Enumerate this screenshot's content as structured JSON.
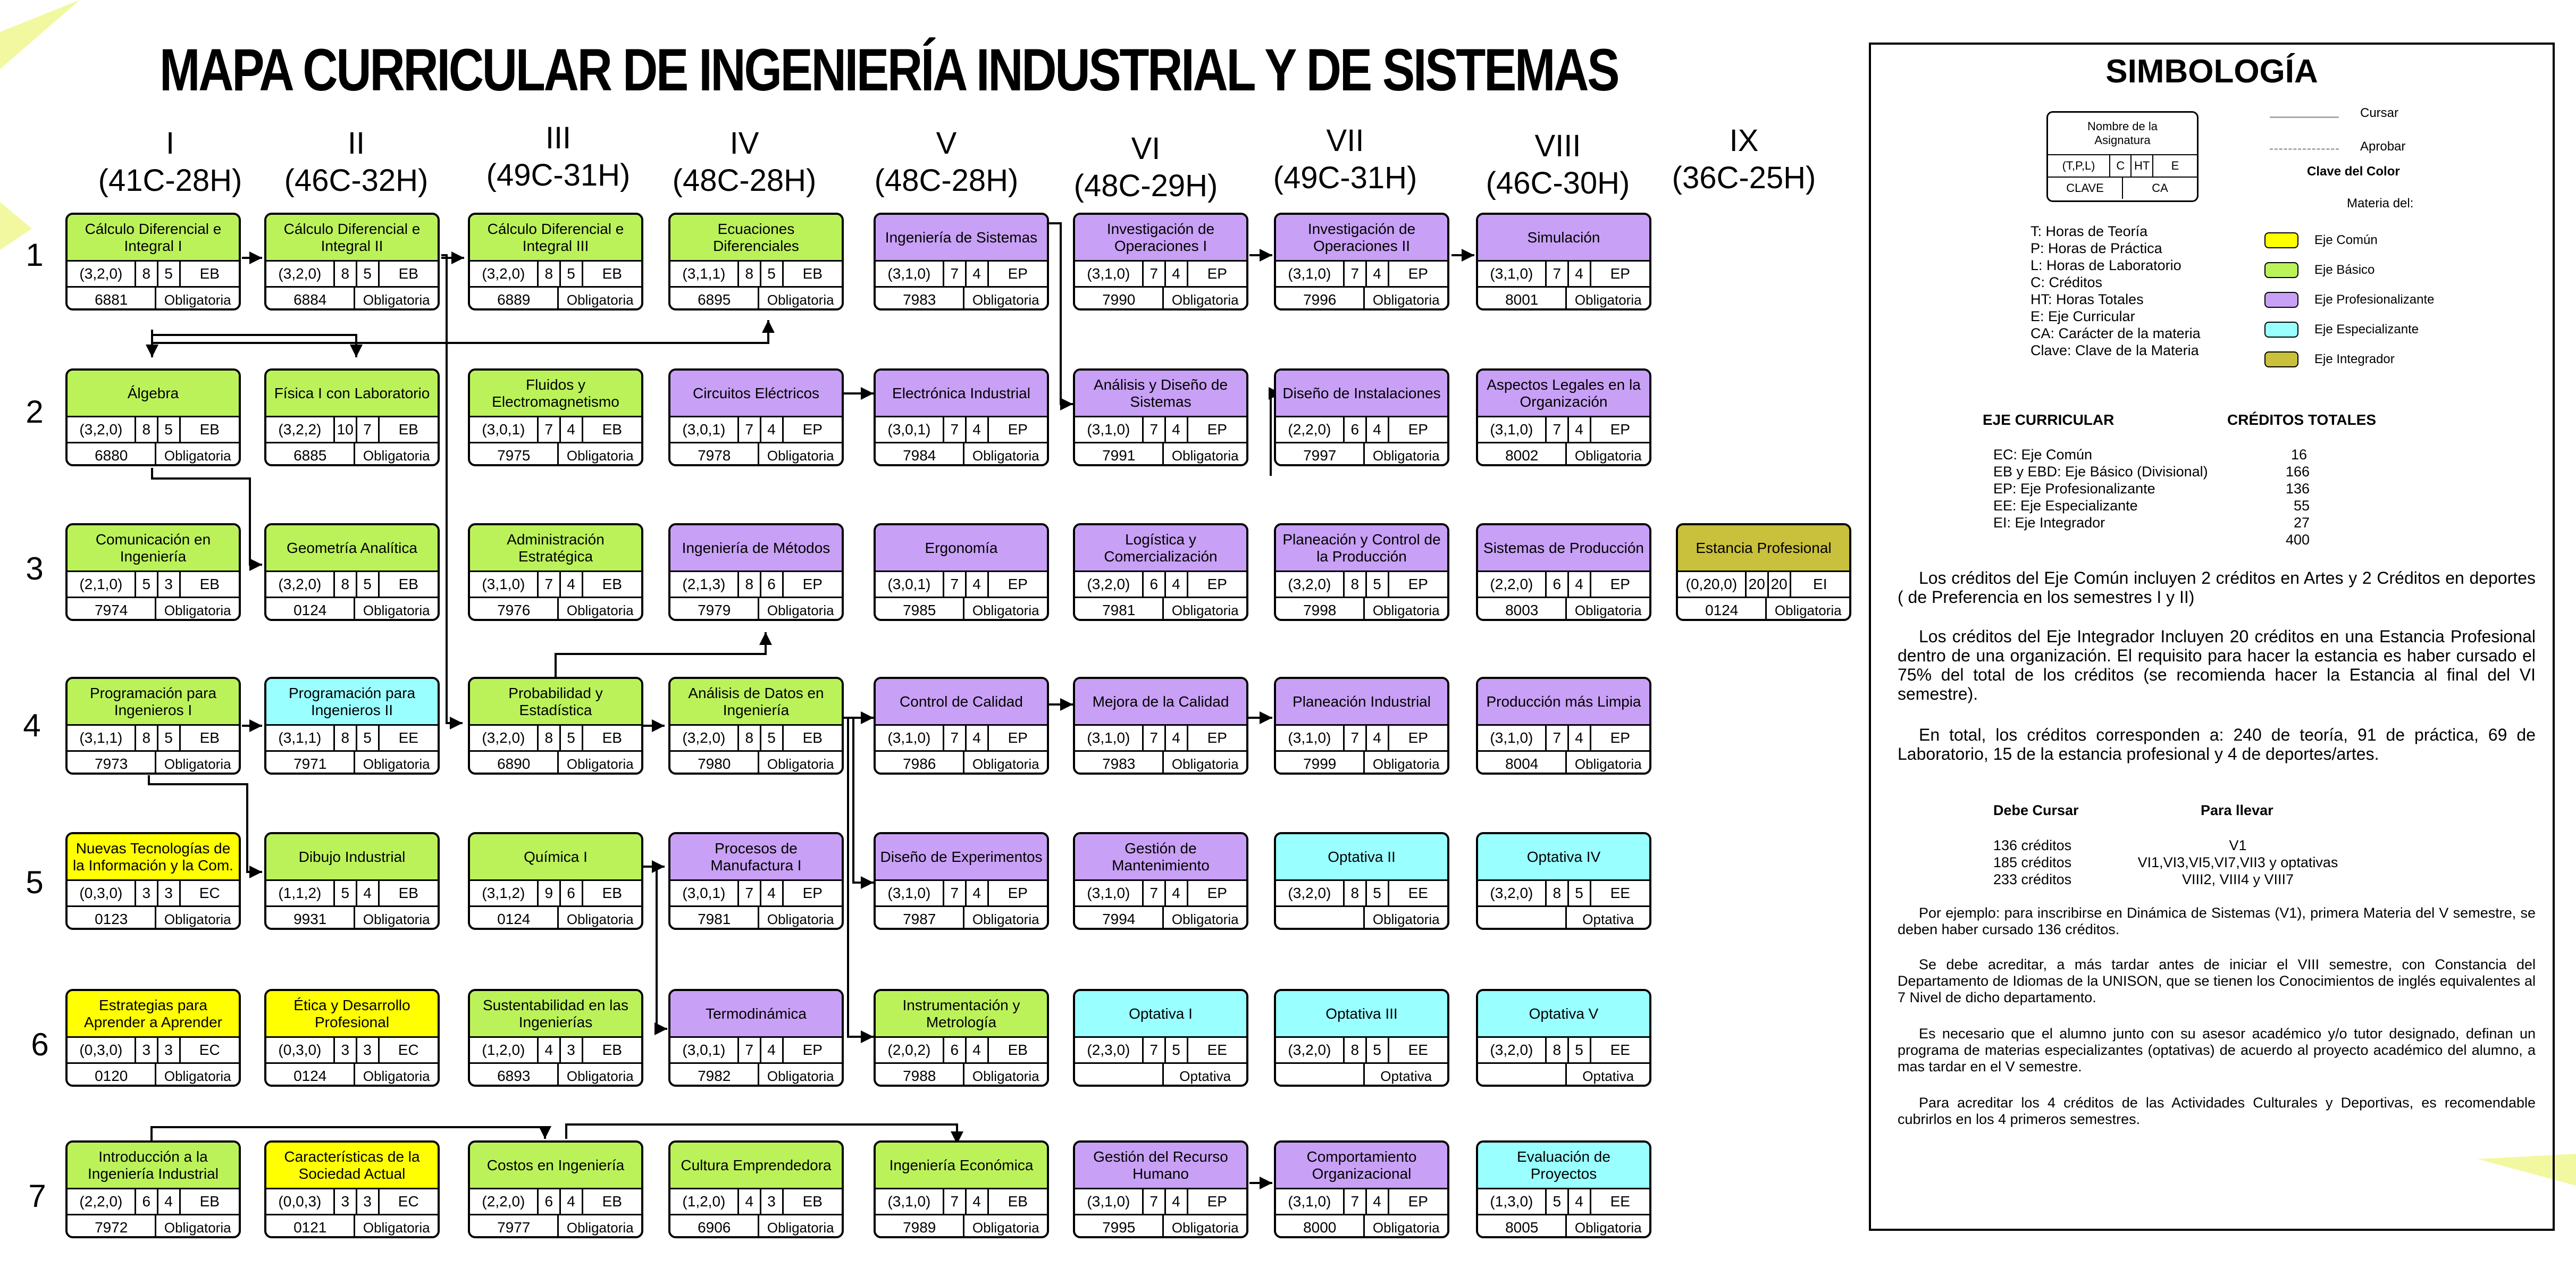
{
  "title": "MAPA CURRICULAR DE INGENIERÍA INDUSTRIAL Y DE SISTEMAS",
  "colors": {
    "EC": "#ffff00",
    "EB": "#bbf25a",
    "EP": "#c8a0f5",
    "EE": "#99ffff",
    "EI": "#c9c03c"
  },
  "semesters": [
    {
      "roman": "I",
      "credits": "(41C-28H)"
    },
    {
      "roman": "II",
      "credits": "(46C-32H)"
    },
    {
      "roman": "III",
      "credits": "(49C-31H)"
    },
    {
      "roman": "IV",
      "credits": "(48C-28H)"
    },
    {
      "roman": "V",
      "credits": "(48C-28H)"
    },
    {
      "roman": "VI",
      "credits": "(48C-29H)"
    },
    {
      "roman": "VII",
      "credits": "(49C-31H)"
    },
    {
      "roman": "VIII",
      "credits": "(46C-30H)"
    },
    {
      "roman": "IX",
      "credits": "(36C-25H)"
    }
  ],
  "rows": [
    "1",
    "2",
    "3",
    "4",
    "5",
    "6",
    "7"
  ],
  "courses": [
    {
      "name": "Cálculo Diferencial e Integral I",
      "tpl": "(3,2,0)",
      "c": "8",
      "ht": "5",
      "eje": "EB",
      "clave": "6881",
      "caracter": "Obligatoria"
    },
    {
      "name": "Cálculo Diferencial e Integral II",
      "tpl": "(3,2,0)",
      "c": "8",
      "ht": "5",
      "eje": "EB",
      "clave": "6884",
      "caracter": "Obligatoria"
    },
    {
      "name": "Cálculo Diferencial e Integral III",
      "tpl": "(3,2,0)",
      "c": "8",
      "ht": "5",
      "eje": "EB",
      "clave": "6889",
      "caracter": "Obligatoria"
    },
    {
      "name": "Ecuaciones Diferenciales",
      "tpl": "(3,1,1)",
      "c": "8",
      "ht": "5",
      "eje": "EB",
      "clave": "6895",
      "caracter": "Obligatoria"
    },
    {
      "name": "Ingeniería de Sistemas",
      "tpl": "(3,1,0)",
      "c": "7",
      "ht": "4",
      "eje": "EP",
      "clave": "7983",
      "caracter": "Obligatoria"
    },
    {
      "name": "Investigación de Operaciones I",
      "tpl": "(3,1,0)",
      "c": "7",
      "ht": "4",
      "eje": "EP",
      "clave": "7990",
      "caracter": "Obligatoria"
    },
    {
      "name": "Investigación de Operaciones II",
      "tpl": "(3,1,0)",
      "c": "7",
      "ht": "4",
      "eje": "EP",
      "clave": "7996",
      "caracter": "Obligatoria"
    },
    {
      "name": "Simulación",
      "tpl": "(3,1,0)",
      "c": "7",
      "ht": "4",
      "eje": "EP",
      "clave": "8001",
      "caracter": "Obligatoria"
    },
    {
      "name": "Álgebra",
      "tpl": "(3,2,0)",
      "c": "8",
      "ht": "5",
      "eje": "EB",
      "clave": "6880",
      "caracter": "Obligatoria"
    },
    {
      "name": "Física I con Laboratorio",
      "tpl": "(3,2,2)",
      "c": "10",
      "ht": "7",
      "eje": "EB",
      "clave": "6885",
      "caracter": "Obligatoria"
    },
    {
      "name": "Fluidos y Electromagnetismo",
      "tpl": "(3,0,1)",
      "c": "7",
      "ht": "4",
      "eje": "EB",
      "clave": "7975",
      "caracter": "Obligatoria"
    },
    {
      "name": "Circuitos Eléctricos",
      "tpl": "(3,0,1)",
      "c": "7",
      "ht": "4",
      "eje": "EP",
      "clave": "7978",
      "caracter": "Obligatoria"
    },
    {
      "name": "Electrónica Industrial",
      "tpl": "(3,0,1)",
      "c": "7",
      "ht": "4",
      "eje": "EP",
      "clave": "7984",
      "caracter": "Obligatoria"
    },
    {
      "name": "Análisis y Diseño de Sistemas",
      "tpl": "(3,1,0)",
      "c": "7",
      "ht": "4",
      "eje": "EP",
      "clave": "7991",
      "caracter": "Obligatoria"
    },
    {
      "name": "Diseño de Instalaciones",
      "tpl": "(2,2,0)",
      "c": "6",
      "ht": "4",
      "eje": "EP",
      "clave": "7997",
      "caracter": "Obligatoria"
    },
    {
      "name": "Aspectos Legales en la Organización",
      "tpl": "(3,1,0)",
      "c": "7",
      "ht": "4",
      "eje": "EP",
      "clave": "8002",
      "caracter": "Obligatoria"
    },
    {
      "name": "Comunicación en Ingeniería",
      "tpl": "(2,1,0)",
      "c": "5",
      "ht": "3",
      "eje": "EB",
      "clave": "7974",
      "caracter": "Obligatoria"
    },
    {
      "name": "Geometría Analítica",
      "tpl": "(3,2,0)",
      "c": "8",
      "ht": "5",
      "eje": "EB",
      "clave": "0124",
      "caracter": "Obligatoria"
    },
    {
      "name": "Administración Estratégica",
      "tpl": "(3,1,0)",
      "c": "7",
      "ht": "4",
      "eje": "EB",
      "clave": "7976",
      "caracter": "Obligatoria"
    },
    {
      "name": "Ingeniería de Métodos",
      "tpl": "(2,1,3)",
      "c": "8",
      "ht": "6",
      "eje": "EP",
      "clave": "7979",
      "caracter": "Obligatoria"
    },
    {
      "name": "Ergonomía",
      "tpl": "(3,0,1)",
      "c": "7",
      "ht": "4",
      "eje": "EP",
      "clave": "7985",
      "caracter": "Obligatoria"
    },
    {
      "name": "Logística y Comercialización",
      "tpl": "(3,2,0)",
      "c": "6",
      "ht": "4",
      "eje": "EP",
      "clave": "7981",
      "caracter": "Obligatoria"
    },
    {
      "name": "Planeación y Control de la Producción",
      "tpl": "(3,2,0)",
      "c": "8",
      "ht": "5",
      "eje": "EP",
      "clave": "7998",
      "caracter": "Obligatoria"
    },
    {
      "name": "Sistemas de Producción",
      "tpl": "(2,2,0)",
      "c": "6",
      "ht": "4",
      "eje": "EP",
      "clave": "8003",
      "caracter": "Obligatoria"
    },
    {
      "name": "Estancia Profesional",
      "tpl": "(0,20,0)",
      "c": "20",
      "ht": "20",
      "eje": "EI",
      "clave": "0124",
      "caracter": "Obligatoria"
    },
    {
      "name": "Programación para Ingenieros I",
      "tpl": "(3,1,1)",
      "c": "8",
      "ht": "5",
      "eje": "EB",
      "clave": "7973",
      "caracter": "Obligatoria"
    },
    {
      "name": "Programación para Ingenieros II",
      "tpl": "(3,1,1)",
      "c": "8",
      "ht": "5",
      "eje": "EE",
      "clave": "7971",
      "caracter": "Obligatoria"
    },
    {
      "name": "Probabilidad y Estadística",
      "tpl": "(3,2,0)",
      "c": "8",
      "ht": "5",
      "eje": "EB",
      "clave": "6890",
      "caracter": "Obligatoria"
    },
    {
      "name": "Análisis de Datos en Ingeniería",
      "tpl": "(3,2,0)",
      "c": "8",
      "ht": "5",
      "eje": "EB",
      "clave": "7980",
      "caracter": "Obligatoria"
    },
    {
      "name": "Control de Calidad",
      "tpl": "(3,1,0)",
      "c": "7",
      "ht": "4",
      "eje": "EP",
      "clave": "7986",
      "caracter": "Obligatoria"
    },
    {
      "name": "Mejora de la Calidad",
      "tpl": "(3,1,0)",
      "c": "7",
      "ht": "4",
      "eje": "EP",
      "clave": "7983",
      "caracter": "Obligatoria"
    },
    {
      "name": "Planeación Industrial",
      "tpl": "(3,1,0)",
      "c": "7",
      "ht": "4",
      "eje": "EP",
      "clave": "7999",
      "caracter": "Obligatoria"
    },
    {
      "name": "Producción más Limpia",
      "tpl": "(3,1,0)",
      "c": "7",
      "ht": "4",
      "eje": "EP",
      "clave": "8004",
      "caracter": "Obligatoria"
    },
    {
      "name": "Nuevas Tecnologías de la Información y la Com.",
      "tpl": "(0,3,0)",
      "c": "3",
      "ht": "3",
      "eje": "EC",
      "clave": "0123",
      "caracter": "Obligatoria"
    },
    {
      "name": "Dibujo Industrial",
      "tpl": "(1,1,2)",
      "c": "5",
      "ht": "4",
      "eje": "EB",
      "clave": "9931",
      "caracter": "Obligatoria"
    },
    {
      "name": "Química I",
      "tpl": "(3,1,2)",
      "c": "9",
      "ht": "6",
      "eje": "EB",
      "clave": "0124",
      "caracter": "Obligatoria"
    },
    {
      "name": "Procesos de Manufactura I",
      "tpl": "(3,0,1)",
      "c": "7",
      "ht": "4",
      "eje": "EP",
      "clave": "7981",
      "caracter": "Obligatoria"
    },
    {
      "name": "Diseño de Experimentos",
      "tpl": "(3,1,0)",
      "c": "7",
      "ht": "4",
      "eje": "EP",
      "clave": "7987",
      "caracter": "Obligatoria"
    },
    {
      "name": "Gestión de Mantenimiento",
      "tpl": "(3,1,0)",
      "c": "7",
      "ht": "4",
      "eje": "EP",
      "clave": "7994",
      "caracter": "Obligatoria"
    },
    {
      "name": "Optativa II",
      "tpl": "(3,2,0)",
      "c": "8",
      "ht": "5",
      "eje": "EE",
      "clave": "",
      "caracter": "Obligatoria"
    },
    {
      "name": "Optativa IV",
      "tpl": "(3,2,0)",
      "c": "8",
      "ht": "5",
      "eje": "EE",
      "clave": "",
      "caracter": "Optativa"
    },
    {
      "name": "Estrategias para Aprender a Aprender",
      "tpl": "(0,3,0)",
      "c": "3",
      "ht": "3",
      "eje": "EC",
      "clave": "0120",
      "caracter": "Obligatoria"
    },
    {
      "name": "Ética y Desarrollo Profesional",
      "tpl": "(0,3,0)",
      "c": "3",
      "ht": "3",
      "eje": "EC",
      "clave": "0124",
      "caracter": "Obligatoria"
    },
    {
      "name": "Sustentabilidad en las Ingenierías",
      "tpl": "(1,2,0)",
      "c": "4",
      "ht": "3",
      "eje": "EB",
      "clave": "6893",
      "caracter": "Obligatoria"
    },
    {
      "name": "Termodinámica",
      "tpl": "(3,0,1)",
      "c": "7",
      "ht": "4",
      "eje": "EP",
      "clave": "7982",
      "caracter": "Obligatoria"
    },
    {
      "name": "Instrumentación y Metrología",
      "tpl": "(2,0,2)",
      "c": "6",
      "ht": "4",
      "eje": "EB",
      "clave": "7988",
      "caracter": "Obligatoria"
    },
    {
      "name": "Optativa I",
      "tpl": "(2,3,0)",
      "c": "7",
      "ht": "5",
      "eje": "EE",
      "clave": "",
      "caracter": "Optativa"
    },
    {
      "name": "Optativa III",
      "tpl": "(3,2,0)",
      "c": "8",
      "ht": "5",
      "eje": "EE",
      "clave": "",
      "caracter": "Optativa"
    },
    {
      "name": "Optativa V",
      "tpl": "(3,2,0)",
      "c": "8",
      "ht": "5",
      "eje": "EE",
      "clave": "",
      "caracter": "Optativa"
    },
    {
      "name": "Introducción a la Ingeniería Industrial",
      "tpl": "(2,2,0)",
      "c": "6",
      "ht": "4",
      "eje": "EB",
      "clave": "7972",
      "caracter": "Obligatoria"
    },
    {
      "name": "Características de la Sociedad Actual",
      "tpl": "(0,0,3)",
      "c": "3",
      "ht": "3",
      "eje": "EC",
      "clave": "0121",
      "caracter": "Obligatoria"
    },
    {
      "name": "Costos en Ingeniería",
      "tpl": "(2,2,0)",
      "c": "6",
      "ht": "4",
      "eje": "EB",
      "clave": "7977",
      "caracter": "Obligatoria"
    },
    {
      "name": "Cultura Emprendedora",
      "tpl": "(1,2,0)",
      "c": "4",
      "ht": "3",
      "eje": "EB",
      "clave": "6906",
      "caracter": "Obligatoria"
    },
    {
      "name": "Ingeniería Económica",
      "tpl": "(3,1,0)",
      "c": "7",
      "ht": "4",
      "eje": "EB",
      "clave": "7989",
      "caracter": "Obligatoria"
    },
    {
      "name": "Gestión del Recurso Humano",
      "tpl": "(3,1,0)",
      "c": "7",
      "ht": "4",
      "eje": "EP",
      "clave": "7995",
      "caracter": "Obligatoria"
    },
    {
      "name": "Comportamiento Organizacional",
      "tpl": "(3,1,0)",
      "c": "7",
      "ht": "4",
      "eje": "EP",
      "clave": "8000",
      "caracter": "Obligatoria"
    },
    {
      "name": "Evaluación de Proyectos",
      "tpl": "(1,3,0)",
      "c": "5",
      "ht": "4",
      "eje": "EE",
      "clave": "8005",
      "caracter": "Obligatoria"
    }
  ],
  "simbologia": {
    "title": "SIMBOLOGÍA",
    "key_name": "Nombre de la Asignatura",
    "key_tpl": "(T,P,L)",
    "key_c": "C",
    "key_ht": "HT",
    "key_e": "E",
    "key_clave": "CLAVE",
    "key_ca": "CA",
    "cursar": "Cursar",
    "aprobar": "Aprobar",
    "clave_color": "Clave del Color",
    "materia_del": "Materia del:",
    "abbreviations": [
      "T:  Horas de Teoría",
      "P:  Horas de Práctica",
      "L:  Horas de Laboratorio",
      "C:  Créditos",
      "HT: Horas Totales",
      "E: Eje Curricular",
      "CA: Carácter de la materia",
      "Clave: Clave de la Materia"
    ],
    "legend": [
      {
        "label": "Eje Común",
        "color": "#ffff00"
      },
      {
        "label": "Eje Básico",
        "color": "#bbf25a"
      },
      {
        "label": "Eje Profesionalizante",
        "color": "#c8a0f5"
      },
      {
        "label": "Eje Especializante",
        "color": "#99ffff"
      },
      {
        "label": "Eje Integrador",
        "color": "#c9c03c"
      }
    ],
    "credits_header_left": "EJE CURRICULAR",
    "credits_header_right": "CRÉDITOS TOTALES",
    "credits_table": [
      {
        "eje": "EC: Eje Común",
        "val": "16"
      },
      {
        "eje": "EB y EBD: Eje Básico (Divisional)",
        "val": "166"
      },
      {
        "eje": "EP: Eje Profesionalizante",
        "val": "136"
      },
      {
        "eje": "EE: Eje Especializante",
        "val": "55"
      },
      {
        "eje": "EI:  Eje Integrador",
        "val": "27"
      },
      {
        "eje": "",
        "val": "400"
      }
    ],
    "paragraph1": "Los créditos del Eje Común incluyen 2 créditos en Artes y 2 Créditos en deportes ( de Preferencia en los semestres I y II)",
    "paragraph2": "Los créditos del Eje Integrador Incluyen 20 créditos en una Estancia Profesional dentro de una organización. El requisito para hacer la estancia es haber cursado el 75% del total de los  créditos (se recomienda hacer la Estancia al final del VI semestre).",
    "paragraph3": "En total, los créditos corresponden a: 240 de teoría, 91 de práctica, 69 de Laboratorio, 15 de la estancia profesional y 4 de deportes/artes.",
    "debe_cursar": "Debe Cursar",
    "para_llevar": "Para llevar",
    "reqs": [
      {
        "cred": "136 créditos",
        "sem": "V1"
      },
      {
        "cred": "185 créditos",
        "sem": "VI1,VI3,VI5,VI7,VII3 y optativas"
      },
      {
        "cred": "233 créditos",
        "sem": "VIII2, VIII4 y VIII7"
      }
    ],
    "paragraph4": "Por ejemplo: para inscribirse en Dinámica de Sistemas (V1), primera Materia del V semestre, se deben haber cursado 136 créditos.",
    "paragraph5": "Se debe acreditar, a más tardar antes de iniciar el VIII semestre, con  Constancia del Departamento de Idiomas de la UNISON, que se tienen los Conocimientos de inglés equivalentes al 7 Nivel de dicho departamento.",
    "paragraph6": "Es necesario que el alumno junto con su asesor académico y/o tutor designado, definan un programa de materias especializantes (optativas) de acuerdo al proyecto académico del alumno, a mas tardar en el V semestre.",
    "paragraph7": "Para acreditar los 4 créditos de las Actividades Culturales y Deportivas, es recomendable cubrirlos en los 4 primeros semestres."
  }
}
